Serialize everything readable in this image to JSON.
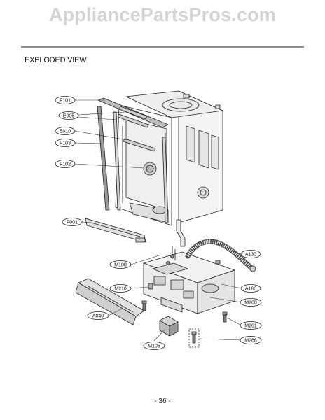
{
  "watermark": "AppliancePartsPros.com",
  "section_title": "EXPLODED VIEW",
  "page_number": "- 36 -",
  "callouts": {
    "F101": "F101",
    "E005": "E005",
    "E010": "E010",
    "F103": "F103",
    "F102": "F102",
    "F001": "F001",
    "M100": "M100",
    "M210": "M210",
    "A040": "A040",
    "M105": "M105",
    "A130": "A130",
    "A160": "A160",
    "M260": "M260",
    "M261": "M261",
    "M266": "M266"
  }
}
